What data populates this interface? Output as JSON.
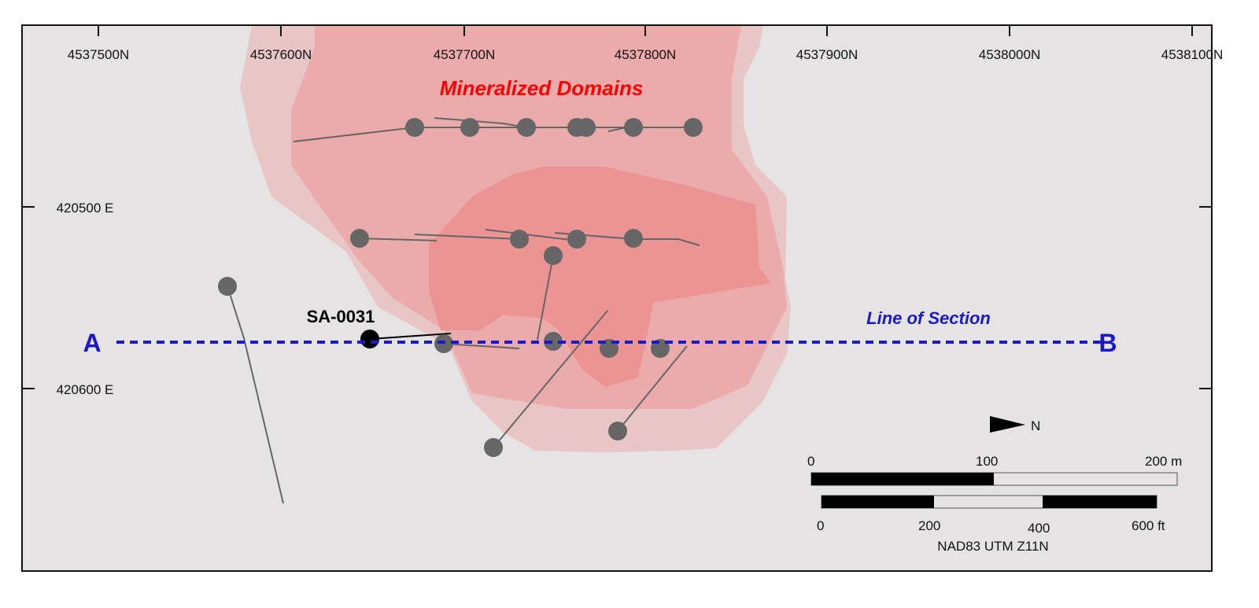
{
  "map": {
    "title_domains": "Mineralized Domains",
    "section_label": "Line of Section",
    "section_start": "A",
    "section_end": "B",
    "highlight_hole": "SA-0031",
    "northing_ticks": [
      "4537500N",
      "4537600N",
      "4537700N",
      "4537800N",
      "4537900N",
      "4538000N",
      "4538100N"
    ],
    "easting_ticks": [
      "420500 E",
      "420600 E"
    ],
    "north_arrow": "N",
    "scale_m": [
      "0",
      "100",
      "200 m"
    ],
    "scale_ft": [
      "0",
      "200",
      "400",
      "600 ft"
    ],
    "projection": "NAD83 UTM Z11N",
    "colors": {
      "background": "#e5e3e4",
      "domain_outer": "#e9c6c6",
      "domain_mid": "#ebabab",
      "domain_inner": "#ec9393",
      "drillhole": "#666666",
      "section_line": "#1a1acc",
      "label_red": "#ff0000"
    }
  }
}
